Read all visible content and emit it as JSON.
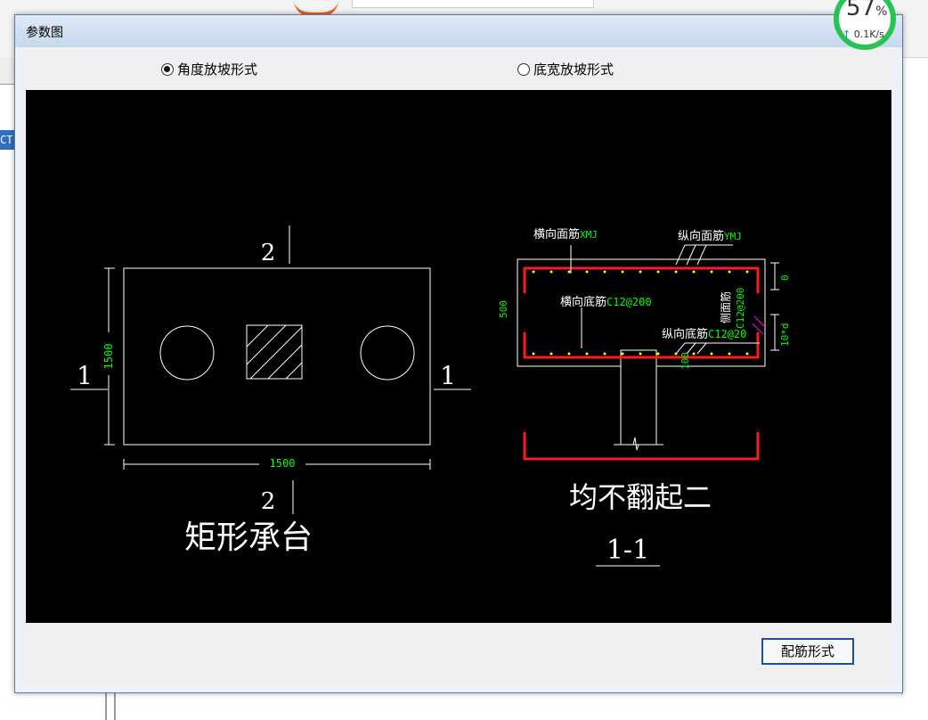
{
  "window": {
    "title": "参数图"
  },
  "background": {
    "left_tag": "CT"
  },
  "speed_widget": {
    "percent": "57",
    "percent_unit": "%",
    "upload_arrow": "↑",
    "rate": "0.1K/s"
  },
  "radio_options": [
    {
      "label": "角度放坡形式",
      "selected": true
    },
    {
      "label": "底宽放坡形式",
      "selected": false
    }
  ],
  "footer": {
    "button_label": "配筋形式"
  },
  "drawing": {
    "plan": {
      "caption": "矩形承台",
      "dim_width": "1500",
      "dim_height": "1500",
      "section_mark_top": "2",
      "section_mark_bottom": "2",
      "section_mark_left": "1",
      "section_mark_right": "1"
    },
    "section": {
      "caption_top": "均不翻起二",
      "caption_bottom": "1-1",
      "label_transverse_top": "横向面筋",
      "label_transverse_top_code": "XMJ",
      "label_longitudinal_top": "纵向面筋",
      "label_longitudinal_top_code": "YMJ",
      "label_transverse_bottom": "横向底筋",
      "label_transverse_bottom_code": "C12@200",
      "label_longitudinal_bottom": "纵向底筋",
      "label_longitudinal_bottom_code": "C12@20",
      "label_side": "侧面筋",
      "label_side_code": "C12@200",
      "dim_height": "500",
      "dim_cover": "100",
      "dim_right_a": "0",
      "dim_right_b": "10*d"
    },
    "colors": {
      "line": "#ffffff",
      "rebar": "#ff1a1a",
      "code": "#00ff00",
      "dots": "#ffff00",
      "accent": "#ff00ff"
    }
  }
}
